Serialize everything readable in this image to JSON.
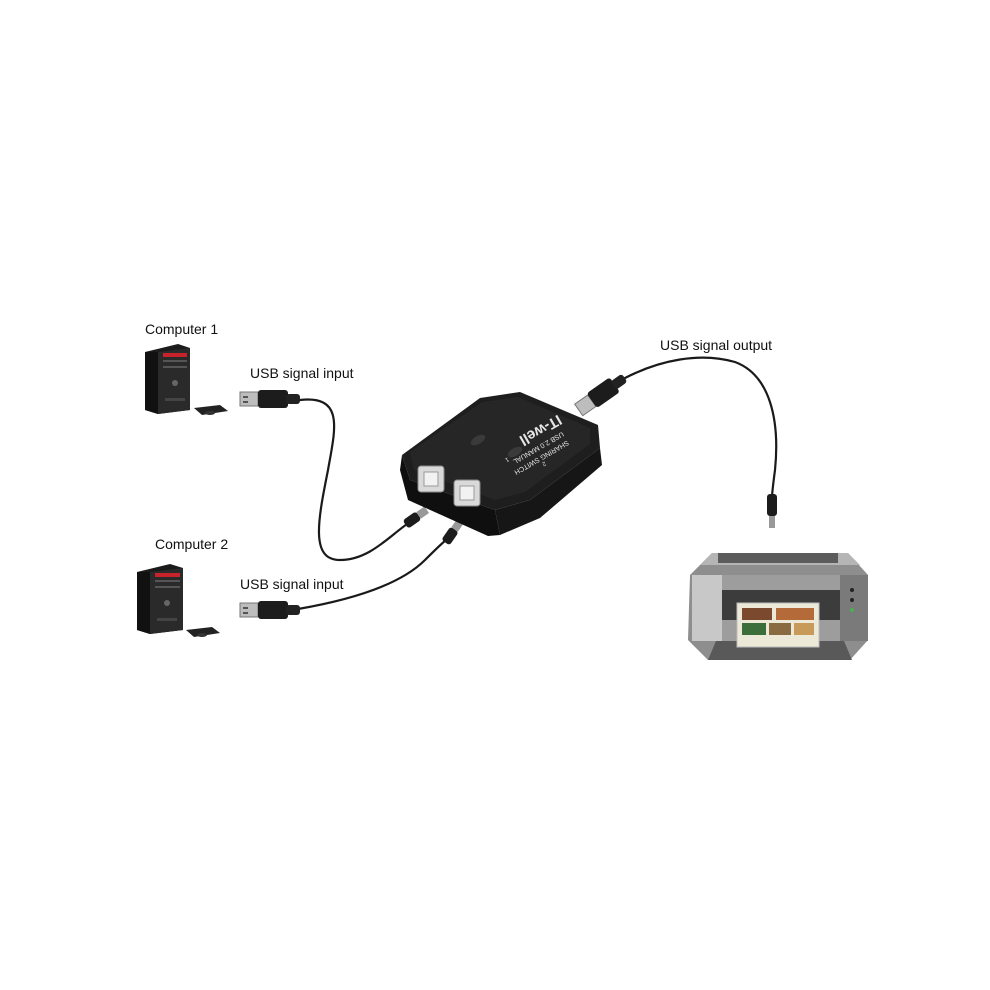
{
  "labels": {
    "computer_1": "Computer 1",
    "computer_1_input": "USB signal input",
    "computer_2": "Computer 2",
    "computer_2_input": "USB signal input",
    "printer_output": "USB signal output"
  },
  "switch_box": {
    "brand": "IT-well",
    "model_line_1": "USB 2.0 MANUAL",
    "model_line_2": "SHARING SWITCH",
    "port_1_marker": "1",
    "port_2_marker": "2"
  },
  "colors": {
    "cable": "#1a1a1a",
    "device_body": "#151515",
    "computer_accent": "#c8232a",
    "printer_body": "#9a9a9a"
  }
}
